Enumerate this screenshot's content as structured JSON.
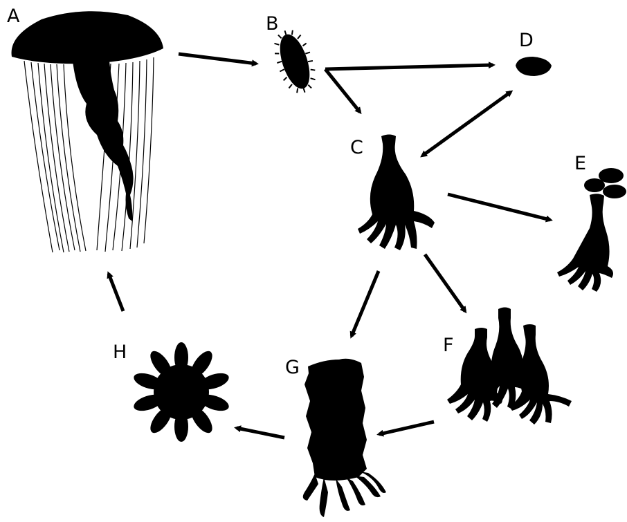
{
  "labels": {
    "A": "A",
    "B": "B",
    "C": "C",
    "D": "D",
    "E": "E",
    "F": "F",
    "G": "G",
    "H": "H"
  },
  "colors": {
    "ink": "#000000",
    "background": "#ffffff"
  },
  "stages": [
    {
      "id": "A",
      "icon": "medusa-jellyfish-icon"
    },
    {
      "id": "B",
      "icon": "planula-larva-icon"
    },
    {
      "id": "C",
      "icon": "polyp-icon"
    },
    {
      "id": "D",
      "icon": "cyst-icon"
    },
    {
      "id": "E",
      "icon": "budding-polyp-icon"
    },
    {
      "id": "F",
      "icon": "polyp-colony-icon"
    },
    {
      "id": "G",
      "icon": "strobila-icon"
    },
    {
      "id": "H",
      "icon": "ephyra-icon"
    }
  ],
  "transitions": [
    {
      "from": "A",
      "to": "B"
    },
    {
      "from": "B",
      "to": "D"
    },
    {
      "from": "B",
      "to": "C"
    },
    {
      "from": "C",
      "to": "D",
      "bidirectional": true
    },
    {
      "from": "C",
      "to": "E"
    },
    {
      "from": "C",
      "to": "F"
    },
    {
      "from": "C",
      "to": "G"
    },
    {
      "from": "F",
      "to": "G"
    },
    {
      "from": "G",
      "to": "H"
    },
    {
      "from": "H",
      "to": "A"
    }
  ]
}
